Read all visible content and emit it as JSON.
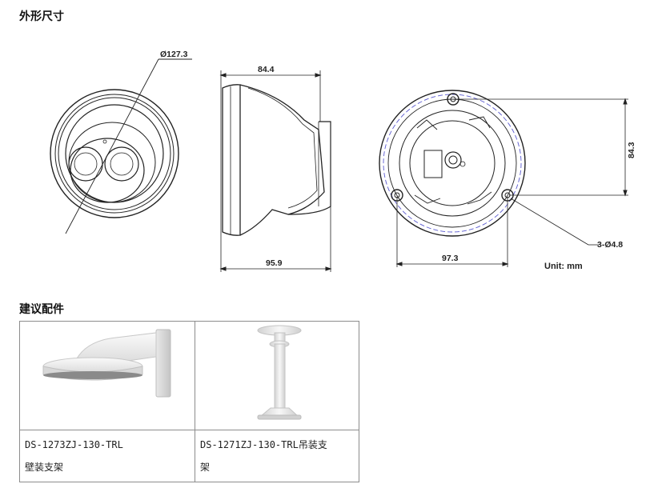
{
  "sections": {
    "dimensions_title": "外形尺寸",
    "accessories_title": "建议配件"
  },
  "drawing": {
    "front_diameter": "Ø127.3",
    "side_top_width": "84.4",
    "side_bottom_width": "95.9",
    "bottom_height": "84.3",
    "bottom_width": "97.3",
    "mount_holes": "3-Ø4.8",
    "unit": "Unit: mm"
  },
  "accessories": [
    {
      "model": "DS-1273ZJ-130-TRL",
      "name": "壁装支架"
    },
    {
      "model": "DS-1271ZJ-130-TRL吊装支",
      "name": "架"
    }
  ]
}
